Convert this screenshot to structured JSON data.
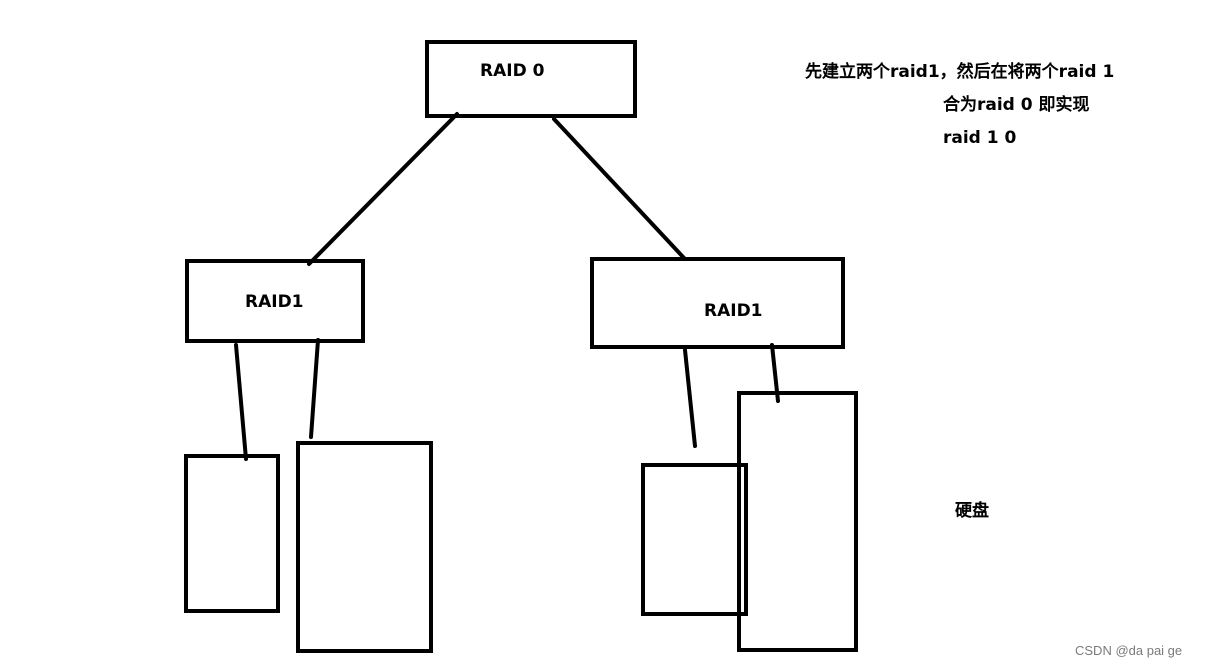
{
  "diagram": {
    "top_node": {
      "label": "RAID 0"
    },
    "left_node": {
      "label": "RAID1"
    },
    "right_node": {
      "label": "RAID1"
    },
    "note": {
      "line1": "先建立两个raid1，然后在将两个raid 1",
      "line2": "合为raid 0 即实现",
      "line3": "raid 1 0"
    },
    "disk_label": "硬盘"
  },
  "watermark": "CSDN @da pai ge",
  "colors": {
    "stroke": "#000000",
    "background": "#ffffff",
    "watermark": "#7a7a7a"
  }
}
